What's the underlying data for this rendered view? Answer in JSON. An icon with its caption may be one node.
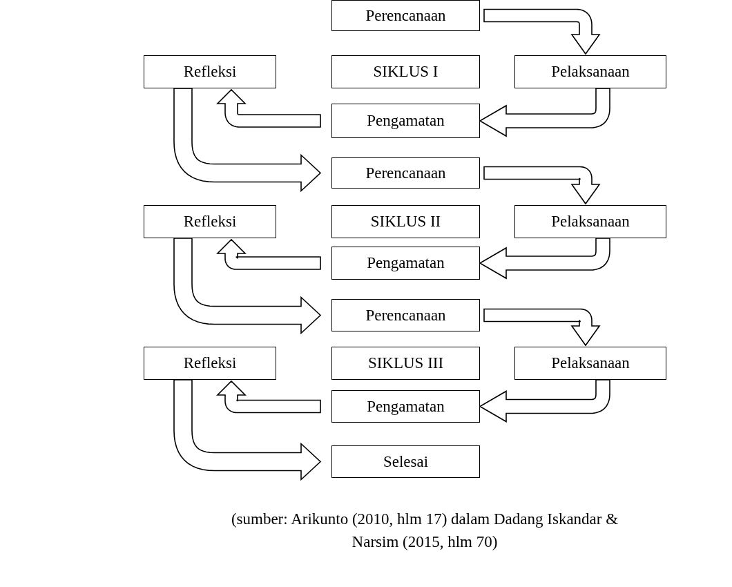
{
  "diagram": {
    "caption": "(sumber: Arikunto (2010, hlm 17) dalam Dadang Iskandar & Narsim (2015, hlm 70)",
    "nodes": [
      {
        "text": [
          "Perencanaan"
        ]
      },
      {
        "text": [
          "Refleksi"
        ]
      },
      {
        "text": [
          "SIKLUS I"
        ]
      },
      {
        "text": [
          "Pelaksanaan"
        ]
      },
      {
        "text": [
          "Pengamatan"
        ]
      },
      {
        "text": [
          "Perencanaan"
        ]
      },
      {
        "text": [
          "Refleksi"
        ]
      },
      {
        "text": [
          "SIKLUS II"
        ]
      },
      {
        "text": [
          "Pelaksanaan"
        ]
      },
      {
        "text": [
          "Pengamatan"
        ]
      },
      {
        "text": [
          "Perencanaan"
        ]
      },
      {
        "text": [
          "Refleksi"
        ]
      },
      {
        "text": [
          "SIKLUS III"
        ]
      },
      {
        "text": [
          "Pelaksanaan"
        ]
      },
      {
        "text": [
          "Pengamatan"
        ]
      },
      {
        "text": [
          "Selesai"
        ]
      }
    ],
    "edges": [
      {
        "from": 0,
        "to": 3,
        "arrow": "to",
        "style": "thick"
      },
      {
        "from": 3,
        "to": 4,
        "arrow": "to",
        "style": "thick"
      },
      {
        "from": 4,
        "to": 1,
        "arrow": "to",
        "style": "thick"
      },
      {
        "from": 1,
        "to": 5,
        "arrow": "to",
        "style": "thick"
      },
      {
        "from": 5,
        "to": 8,
        "arrow": "to",
        "style": "thick"
      },
      {
        "from": 8,
        "to": 9,
        "arrow": "to",
        "style": "thick"
      },
      {
        "from": 9,
        "to": 6,
        "arrow": "to",
        "style": "thick"
      },
      {
        "from": 6,
        "to": 10,
        "arrow": "to",
        "style": "thick"
      },
      {
        "from": 10,
        "to": 13,
        "arrow": "to",
        "style": "thick"
      },
      {
        "from": 13,
        "to": 14,
        "arrow": "to",
        "style": "thick"
      },
      {
        "from": 14,
        "to": 11,
        "arrow": "to",
        "style": "thick"
      },
      {
        "from": 11,
        "to": 15,
        "arrow": "to",
        "style": "thick"
      }
    ]
  }
}
